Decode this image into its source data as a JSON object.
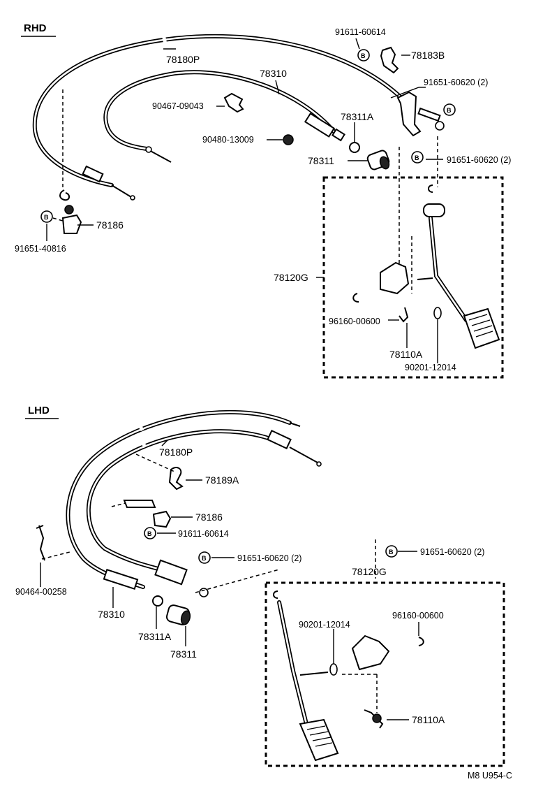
{
  "sections": {
    "rhd": "RHD",
    "lhd": "LHD"
  },
  "rhd_labels": {
    "cable": "78180P",
    "clamp_top": "91611-60614",
    "bracket_top": "78183B",
    "bolt_top": "91651-60620 (2)",
    "bolt_mid": "91651-60620 (2)",
    "inner_cable": "78310",
    "clip": "90467-09043",
    "grommet": "90480-13009",
    "stopper_a": "78311A",
    "stopper": "78311",
    "pedal_assy": "78120G",
    "bushing": "96160-00600",
    "spring": "78110A",
    "washer": "90201-12014",
    "bracket_left": "78186",
    "bolt_left": "91651-40816",
    "bolt_symbol": "B"
  },
  "lhd_labels": {
    "cable": "78180P",
    "clamp": "78189A",
    "bracket": "78186",
    "bolt_a": "91611-60614",
    "bolt_b": "91651-60620 (2)",
    "bolt_c": "91651-60620 (2)",
    "pedal_assy": "78120G",
    "washer": "90201-12014",
    "bushing": "96160-00600",
    "spring": "78110A",
    "clip": "90464-00258",
    "inner_cable": "78310",
    "stopper_a": "78311A",
    "stopper": "78311",
    "bolt_symbol": "B"
  },
  "footer": {
    "code": "M8 U954-C"
  }
}
